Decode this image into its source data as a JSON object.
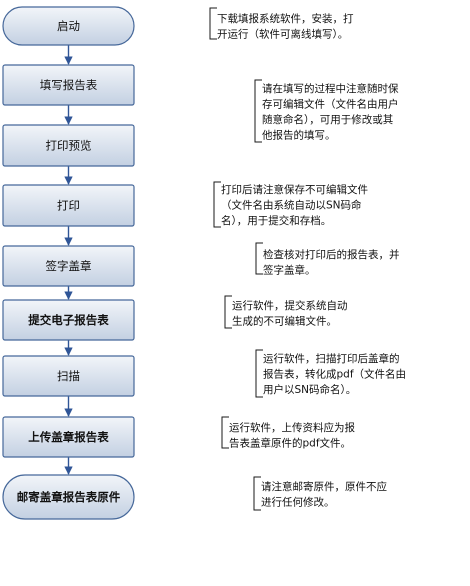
{
  "flowchart": {
    "steps": [
      {
        "id": "start",
        "label": "启动",
        "shape": "terminal",
        "bold": false
      },
      {
        "id": "fill",
        "label": "填写报告表",
        "shape": "process",
        "bold": false
      },
      {
        "id": "preview",
        "label": "打印预览",
        "shape": "process",
        "bold": false
      },
      {
        "id": "print",
        "label": "打印",
        "shape": "process",
        "bold": false
      },
      {
        "id": "sign",
        "label": "签字盖章",
        "shape": "process",
        "bold": false
      },
      {
        "id": "submit",
        "label": "提交电子报告表",
        "shape": "process",
        "bold": true
      },
      {
        "id": "scan",
        "label": "扫描",
        "shape": "process",
        "bold": false
      },
      {
        "id": "upload",
        "label": "上传盖章报告表",
        "shape": "process",
        "bold": true
      },
      {
        "id": "mail",
        "label": "邮寄盖章报告表原件",
        "shape": "terminal",
        "bold": true
      }
    ],
    "notes": [
      {
        "target": "start",
        "lines": [
          "下载填报系统软件，安装，打",
          "开运行（软件可离线填写）。"
        ]
      },
      {
        "target": "fill-preview",
        "lines": [
          "请在填写的过程中注意随时保",
          "存可编辑文件（文件名由用户",
          "随意命名），可用于修改或其",
          "他报告的填写。"
        ]
      },
      {
        "target": "print",
        "lines": [
          "打印后请注意保存不可编辑文件",
          "（文件名由系统自动以SN码命",
          "名），用于提交和存档。"
        ]
      },
      {
        "target": "sign",
        "lines": [
          "检查核对打印后的报告表，并",
          "签字盖章。"
        ]
      },
      {
        "target": "submit",
        "lines": [
          "运行软件，提交系统自动",
          "生成的不可编辑文件。"
        ]
      },
      {
        "target": "scan",
        "lines": [
          "运行软件，扫描打印后盖章的",
          "报告表，转化成pdf（文件名由",
          "用户以SN码命名）。"
        ]
      },
      {
        "target": "upload",
        "lines": [
          "运行软件，上传资料应为报",
          "告表盖章原件的pdf文件。"
        ]
      },
      {
        "target": "mail",
        "lines": [
          "请注意邮寄原件，原件不应",
          "进行任何修改。"
        ]
      }
    ]
  },
  "colors": {
    "box_fill_top": "#f2f5f9",
    "box_fill_bottom": "#c3d0e2",
    "box_stroke": "#46689a",
    "arrow": "#2f5597",
    "note_line": "#1a1a1a",
    "text": "#111111"
  }
}
